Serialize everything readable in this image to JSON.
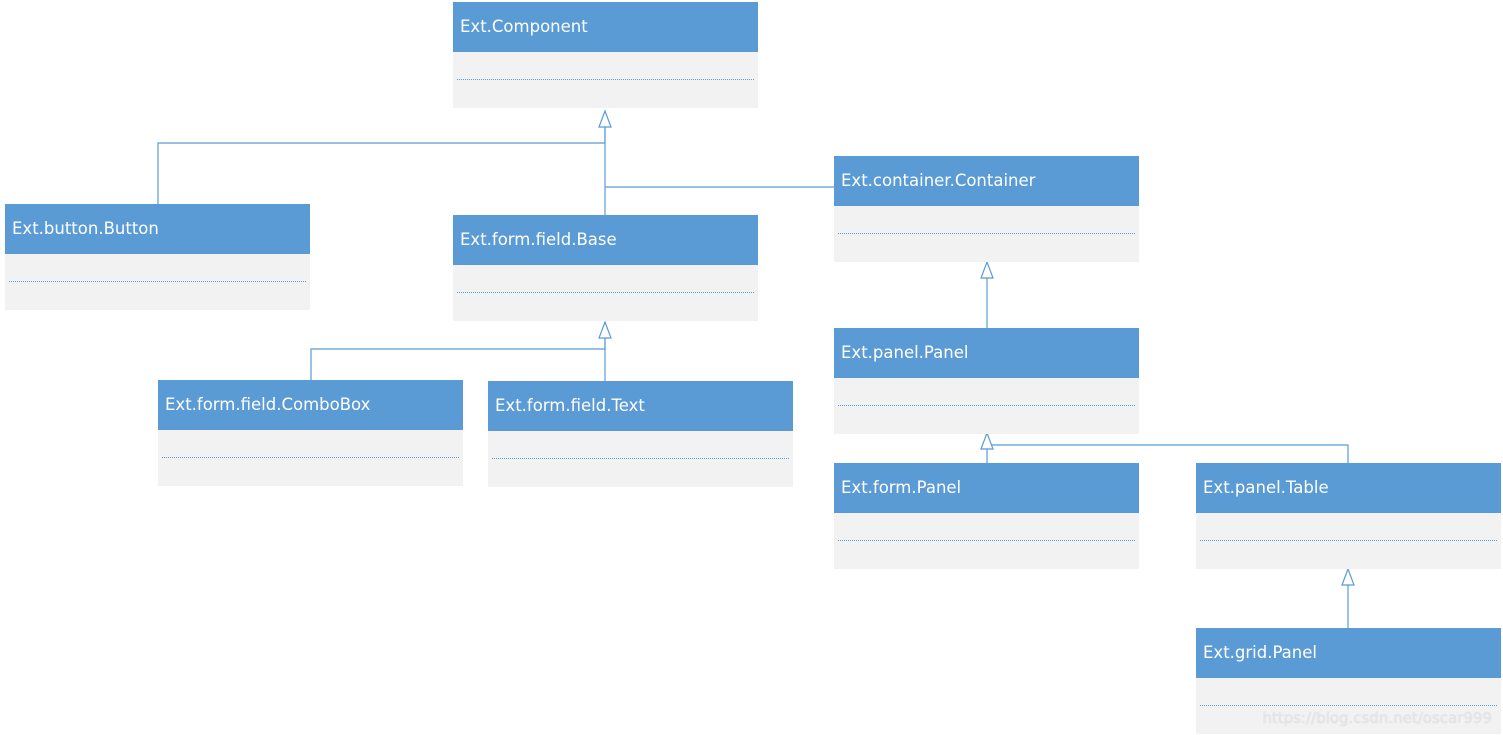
{
  "diagram": {
    "classes": [
      {
        "id": "component",
        "name": "Ext.Component"
      },
      {
        "id": "button",
        "name": "Ext.button.Button"
      },
      {
        "id": "field-base",
        "name": "Ext.form.field.Base"
      },
      {
        "id": "container",
        "name": "Ext.container.Container"
      },
      {
        "id": "combobox",
        "name": "Ext.form.field.ComboBox"
      },
      {
        "id": "text",
        "name": "Ext.form.field.Text"
      },
      {
        "id": "panel",
        "name": "Ext.panel.Panel"
      },
      {
        "id": "form-panel",
        "name": "Ext.form.Panel"
      },
      {
        "id": "table",
        "name": "Ext.panel.Table"
      },
      {
        "id": "grid-panel",
        "name": "Ext.grid.Panel"
      }
    ],
    "inheritance": [
      {
        "child": "button",
        "parent": "component"
      },
      {
        "child": "field-base",
        "parent": "component"
      },
      {
        "child": "container",
        "parent": "component"
      },
      {
        "child": "combobox",
        "parent": "field-base"
      },
      {
        "child": "text",
        "parent": "field-base"
      },
      {
        "child": "panel",
        "parent": "container"
      },
      {
        "child": "form-panel",
        "parent": "panel"
      },
      {
        "child": "table",
        "parent": "panel"
      },
      {
        "child": "grid-panel",
        "parent": "table"
      }
    ]
  },
  "colors": {
    "header": "#5b9bd5",
    "body": "#f2f2f2",
    "line": "#5b9bd5",
    "text": "#ffffff"
  },
  "watermark": "https://blog.csdn.net/oscar999"
}
